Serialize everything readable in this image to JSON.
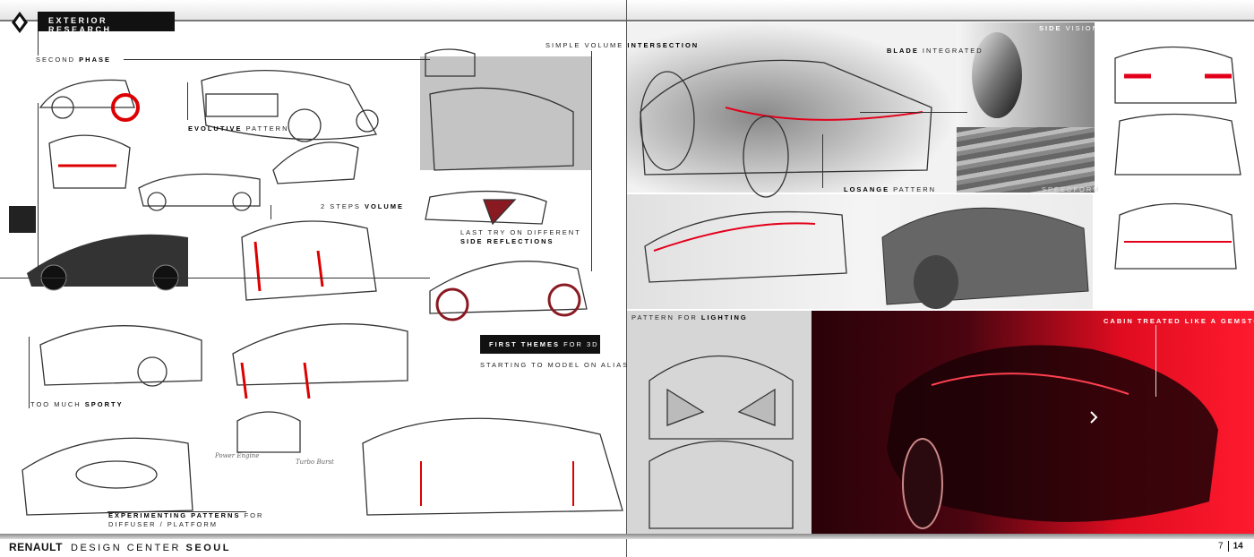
{
  "header": {
    "section_title": "Exterior Research",
    "logo": "renault-diamond-icon"
  },
  "left_page": {
    "second_phase": {
      "normal": "Second ",
      "bold": "Phase"
    },
    "evolutive": {
      "bold": "Evolutive",
      "normal": " pattern"
    },
    "two_steps": {
      "normal": "2 steps ",
      "bold": "volume"
    },
    "last_try": {
      "line1": "Last try on different",
      "line2": "Side reflections"
    },
    "first_themes": {
      "bold": "First themes",
      "normal": " for 3D"
    },
    "starting": "Starting to model on Alias",
    "too_much": {
      "normal": "Too much ",
      "bold": "sporty"
    },
    "experimenting": {
      "bold": "Experimenting patterns",
      "normal": " for",
      "line2": "Diffuser / Platform"
    },
    "handwritten": [
      "Power Engine",
      "Turbo Burst"
    ]
  },
  "right_page": {
    "simple_volume": {
      "normal": "Simple volume ",
      "bold": "Intersection"
    },
    "blade": {
      "bold": "Blade",
      "normal": " integrated"
    },
    "losange": {
      "bold": "Losange",
      "normal": " pattern"
    },
    "side_vision": {
      "bold": "Side",
      "normal": " vision"
    },
    "speedform": "Speedform",
    "lighting": {
      "normal": "Pattern for ",
      "bold": "Lighting"
    },
    "cabin": "Cabin treated like a gemstone"
  },
  "footer": {
    "brand": "RENAULT",
    "center": "Design Center ",
    "city": "Seoul",
    "page_left": "7",
    "page_right": "14"
  },
  "colors": {
    "accent_red": "#e3001b",
    "dark": "#111111"
  }
}
